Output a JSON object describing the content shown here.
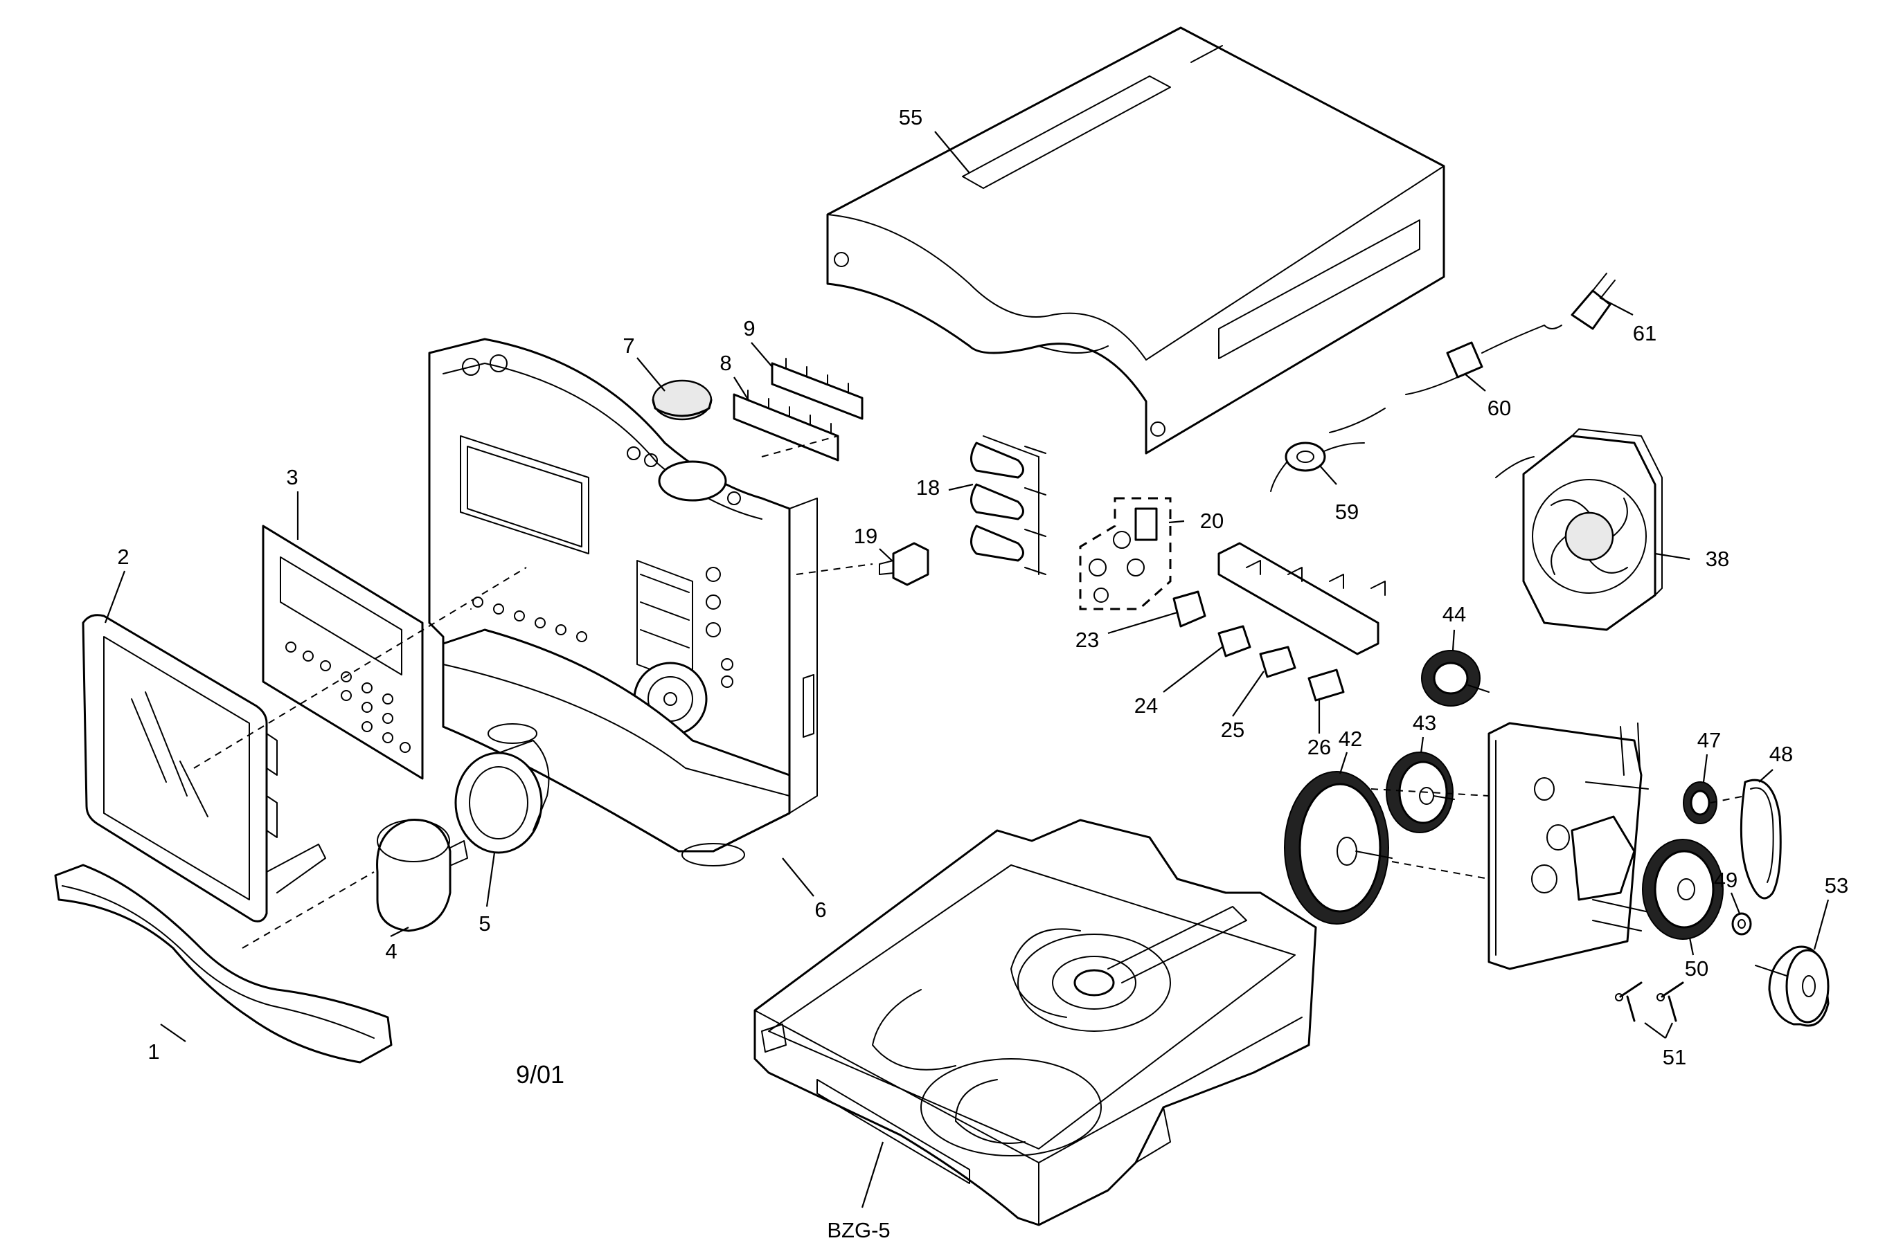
{
  "callouts": {
    "p1": "1",
    "p2": "2",
    "p3": "3",
    "p4": "4",
    "p5": "5",
    "p6": "6",
    "p7": "7",
    "p8": "8",
    "p9": "9",
    "p18": "18",
    "p19": "19",
    "p20": "20",
    "p23": "23",
    "p24": "24",
    "p25": "25",
    "p26": "26",
    "p38": "38",
    "p42": "42",
    "p43": "43",
    "p44": "44",
    "p47": "47",
    "p48": "48",
    "p49": "49",
    "p50": "50",
    "p51": "51",
    "p53": "53",
    "p55": "55",
    "p59": "59",
    "p60": "60",
    "p61": "61",
    "bzg5": "BZG-5"
  },
  "date_code": "9/01"
}
